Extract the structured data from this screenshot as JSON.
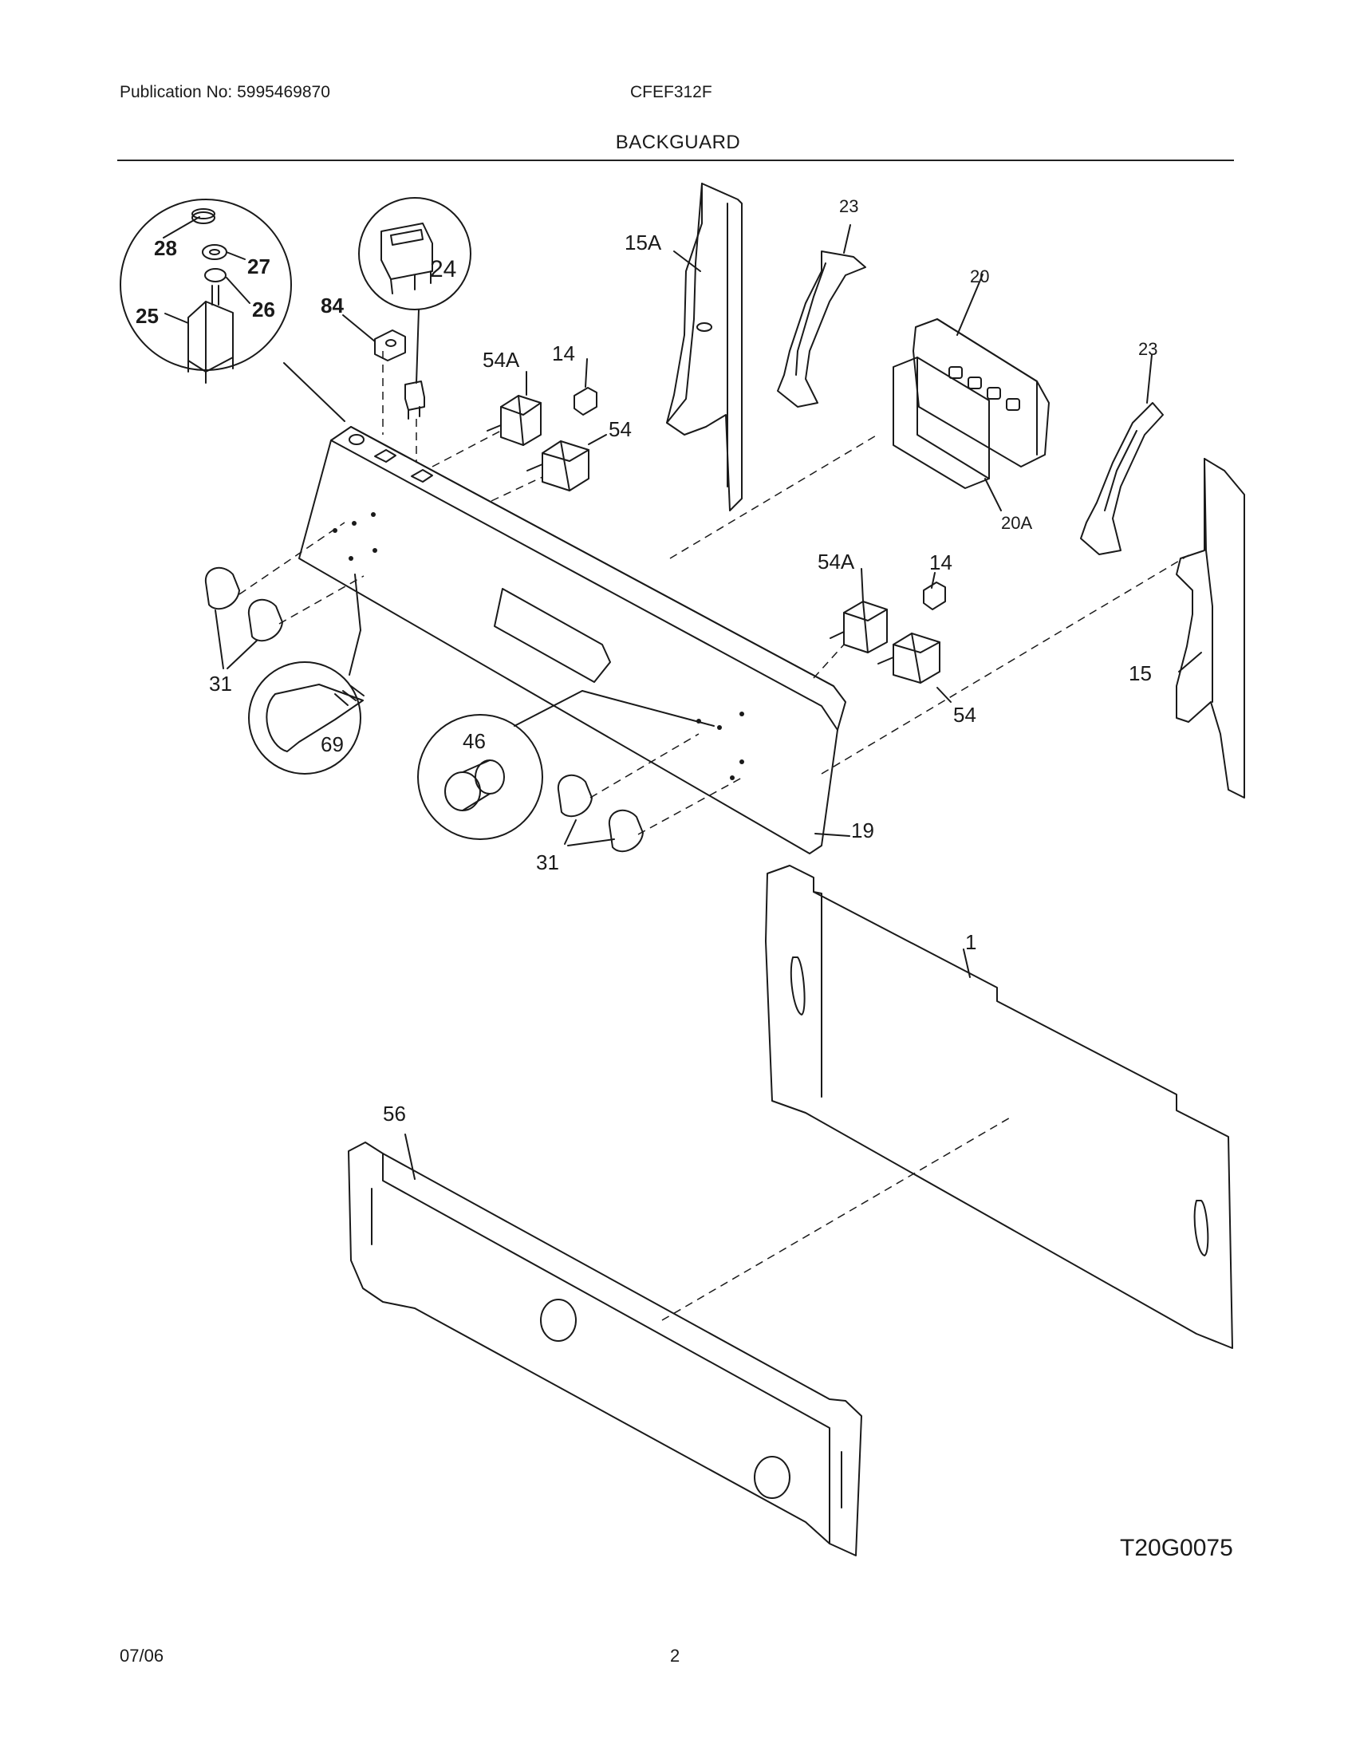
{
  "header": {
    "publication": "Publication No: 5995469870",
    "model": "CFEF312F",
    "section_title": "BACKGUARD"
  },
  "diagram": {
    "drawing_number": "T20G0075",
    "callouts": [
      "28",
      "27",
      "26",
      "25",
      "24",
      "84",
      "54A",
      "14",
      "54",
      "15A",
      "23",
      "20",
      "23",
      "20A",
      "54A",
      "14",
      "31",
      "69",
      "46",
      "54",
      "15",
      "19",
      "31",
      "1",
      "56"
    ]
  },
  "footer": {
    "date": "07/06",
    "page": "2"
  }
}
